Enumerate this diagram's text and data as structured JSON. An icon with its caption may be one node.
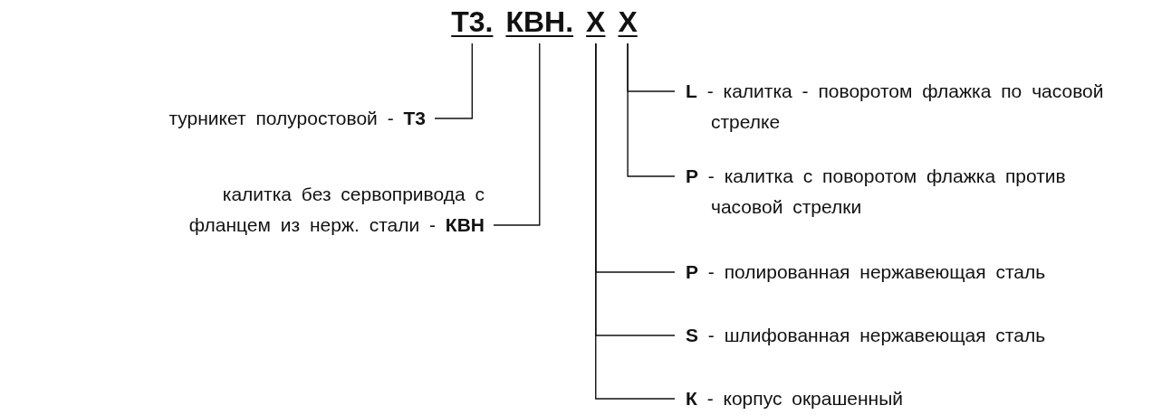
{
  "diagram": {
    "nodes": [
      {
        "text": [
          "Т3."
        ]
      },
      {
        "text": [
          "КВН."
        ]
      },
      {
        "text": [
          "Х"
        ]
      },
      {
        "text": [
          "Х"
        ]
      },
      {
        "text": [
          "турникет полуростовой - **Т3**"
        ]
      },
      {
        "text": [
          "калитка без сервопривода с фланцем из нерж. стали - **КВН**"
        ]
      },
      {
        "text": [
          "**L** - калитка - поворотом флажка по часовой стрелке"
        ]
      },
      {
        "text": [
          "**P** - калитка с поворотом флажка против часовой стрелки"
        ]
      },
      {
        "text": [
          "**P** - полированная нержавеющая сталь"
        ]
      },
      {
        "text": [
          "**S** - шлифованная нержавеющая сталь"
        ]
      },
      {
        "text": [
          "**К** - корпус окрашенный"
        ]
      }
    ],
    "edges": [
      {
        "from": 0,
        "to": 4,
        "arrow": "none"
      },
      {
        "from": 1,
        "to": 5,
        "arrow": "none"
      },
      {
        "from": 3,
        "to": 6,
        "arrow": "none"
      },
      {
        "from": 3,
        "to": 7,
        "arrow": "none"
      },
      {
        "from": 2,
        "to": 8,
        "arrow": "none"
      },
      {
        "from": 2,
        "to": 9,
        "arrow": "none"
      },
      {
        "from": 2,
        "to": 10,
        "arrow": "none"
      }
    ]
  }
}
